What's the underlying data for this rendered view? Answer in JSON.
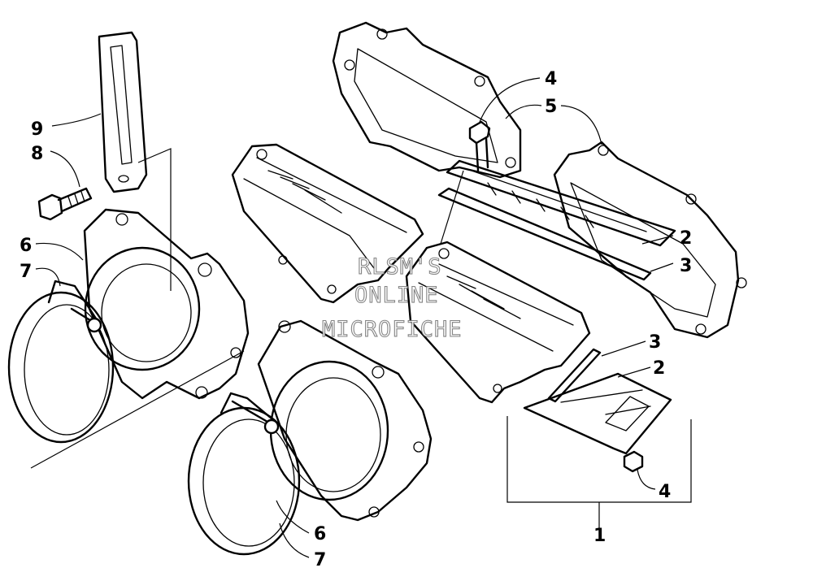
{
  "callouts": [
    {
      "id": "c9",
      "label": "9"
    },
    {
      "id": "c8",
      "label": "8"
    },
    {
      "id": "c6a",
      "label": "6"
    },
    {
      "id": "c7a",
      "label": "7"
    },
    {
      "id": "c4a",
      "label": "4"
    },
    {
      "id": "c5",
      "label": "5"
    },
    {
      "id": "c2a",
      "label": "2"
    },
    {
      "id": "c3a",
      "label": "3"
    },
    {
      "id": "c3b",
      "label": "3"
    },
    {
      "id": "c2b",
      "label": "2"
    },
    {
      "id": "c4b",
      "label": "4"
    },
    {
      "id": "c1",
      "label": "1"
    },
    {
      "id": "c6b",
      "label": "6"
    },
    {
      "id": "c7b",
      "label": "7"
    }
  ],
  "watermark": {
    "line1": "RLSM'S",
    "line2": "ONLINE",
    "line3": "MICROFICHE"
  }
}
